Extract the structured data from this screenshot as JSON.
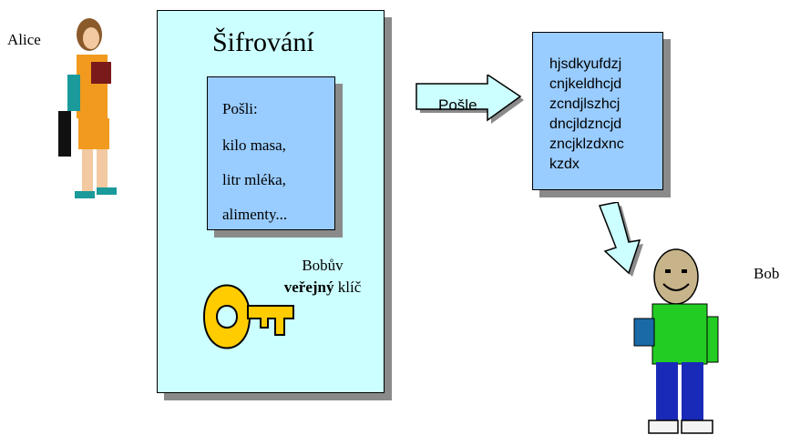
{
  "people": {
    "alice": "Alice",
    "bob": "Bob"
  },
  "encryption_panel": {
    "title": "Šifrování",
    "message_lines": [
      "Pošli:",
      "kilo masa,",
      "litr mléka,",
      "alimenty..."
    ],
    "key_caption_line1": "Bobův",
    "key_caption_bold": "veřejný",
    "key_caption_rest": " klíč"
  },
  "send_arrow": {
    "label": "Pošle"
  },
  "ciphertext": {
    "lines": [
      "hjsdkyufdzj",
      "cnjkeldhcjd",
      "zcndjlszhcj",
      "dncjldzncjd",
      "zncjklzdxnc",
      "kzdx"
    ]
  },
  "colors": {
    "panel_fill": "#ccffff",
    "message_fill": "#99ccff",
    "arrow_fill": "#ccffff",
    "key_fill": "#ffcc00",
    "shadow": "#8a8a8a"
  }
}
